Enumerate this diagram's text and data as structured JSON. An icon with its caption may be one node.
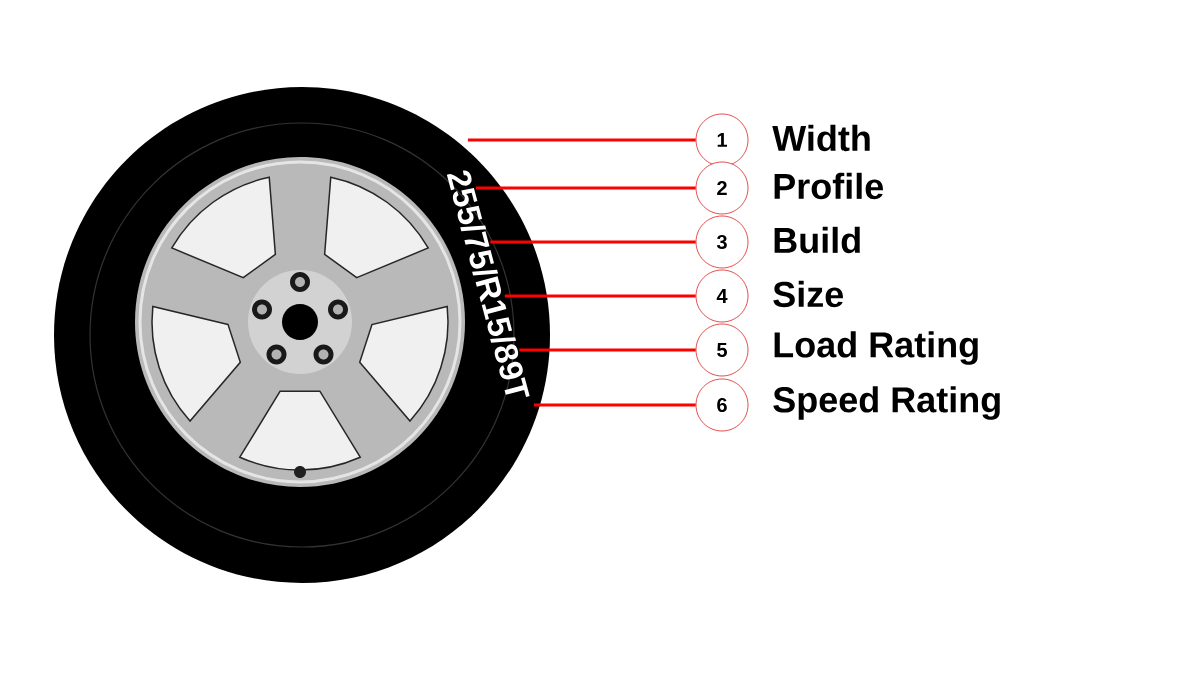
{
  "diagram": {
    "nodes": [
      {
        "text": [
          "255/75/R15/89T"
        ]
      },
      {
        "text": [
          "1"
        ],
        "beside": [
          "Width"
        ]
      },
      {
        "text": [
          "2"
        ],
        "beside": [
          "Profile"
        ]
      },
      {
        "text": [
          "3"
        ],
        "beside": [
          "Build"
        ]
      },
      {
        "text": [
          "4"
        ],
        "beside": [
          "Size"
        ]
      },
      {
        "text": [
          "5"
        ],
        "beside": [
          "Load Rating"
        ]
      },
      {
        "text": [
          "6"
        ],
        "beside": [
          "Speed Rating"
        ]
      }
    ],
    "edges": [
      {
        "from": 1,
        "to": 0,
        "arrow": "none"
      },
      {
        "from": 2,
        "to": 0,
        "arrow": "none"
      },
      {
        "from": 3,
        "to": 0,
        "arrow": "none"
      },
      {
        "from": 4,
        "to": 0,
        "arrow": "none"
      },
      {
        "from": 5,
        "to": 0,
        "arrow": "none"
      },
      {
        "from": 6,
        "to": 0,
        "arrow": "none"
      }
    ]
  }
}
